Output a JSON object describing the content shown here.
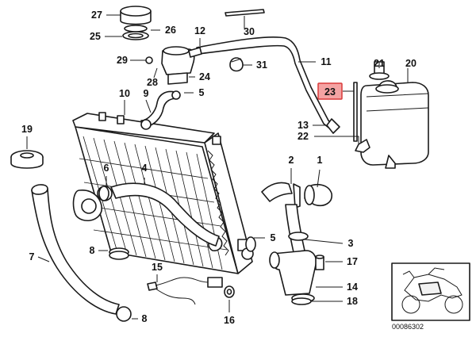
{
  "callouts": [
    {
      "id": "c27",
      "label": "27"
    },
    {
      "id": "c26",
      "label": "26"
    },
    {
      "id": "c25",
      "label": "25"
    },
    {
      "id": "c30",
      "label": "30"
    },
    {
      "id": "c12",
      "label": "12"
    },
    {
      "id": "c29",
      "label": "29"
    },
    {
      "id": "c28",
      "label": "28"
    },
    {
      "id": "c24",
      "label": "24"
    },
    {
      "id": "c31",
      "label": "31"
    },
    {
      "id": "c11",
      "label": "11"
    },
    {
      "id": "c21",
      "label": "21"
    },
    {
      "id": "c20",
      "label": "20"
    },
    {
      "id": "c10",
      "label": "10"
    },
    {
      "id": "c9",
      "label": "9"
    },
    {
      "id": "c5a",
      "label": "5"
    },
    {
      "id": "c23",
      "label": "23"
    },
    {
      "id": "c13",
      "label": "13"
    },
    {
      "id": "c22",
      "label": "22"
    },
    {
      "id": "c19",
      "label": "19"
    },
    {
      "id": "c6",
      "label": "6"
    },
    {
      "id": "c4",
      "label": "4"
    },
    {
      "id": "c2",
      "label": "2"
    },
    {
      "id": "c1",
      "label": "1"
    },
    {
      "id": "c5b",
      "label": "5"
    },
    {
      "id": "c3",
      "label": "3"
    },
    {
      "id": "c7",
      "label": "7"
    },
    {
      "id": "c8a",
      "label": "8"
    },
    {
      "id": "c17",
      "label": "17"
    },
    {
      "id": "c15",
      "label": "15"
    },
    {
      "id": "c14",
      "label": "14"
    },
    {
      "id": "c18",
      "label": "18"
    },
    {
      "id": "c16",
      "label": "16"
    },
    {
      "id": "c8b",
      "label": "8"
    }
  ],
  "highlighted_part": "23",
  "highlight_color": "#f4a3a3",
  "reference_number": "00086302"
}
